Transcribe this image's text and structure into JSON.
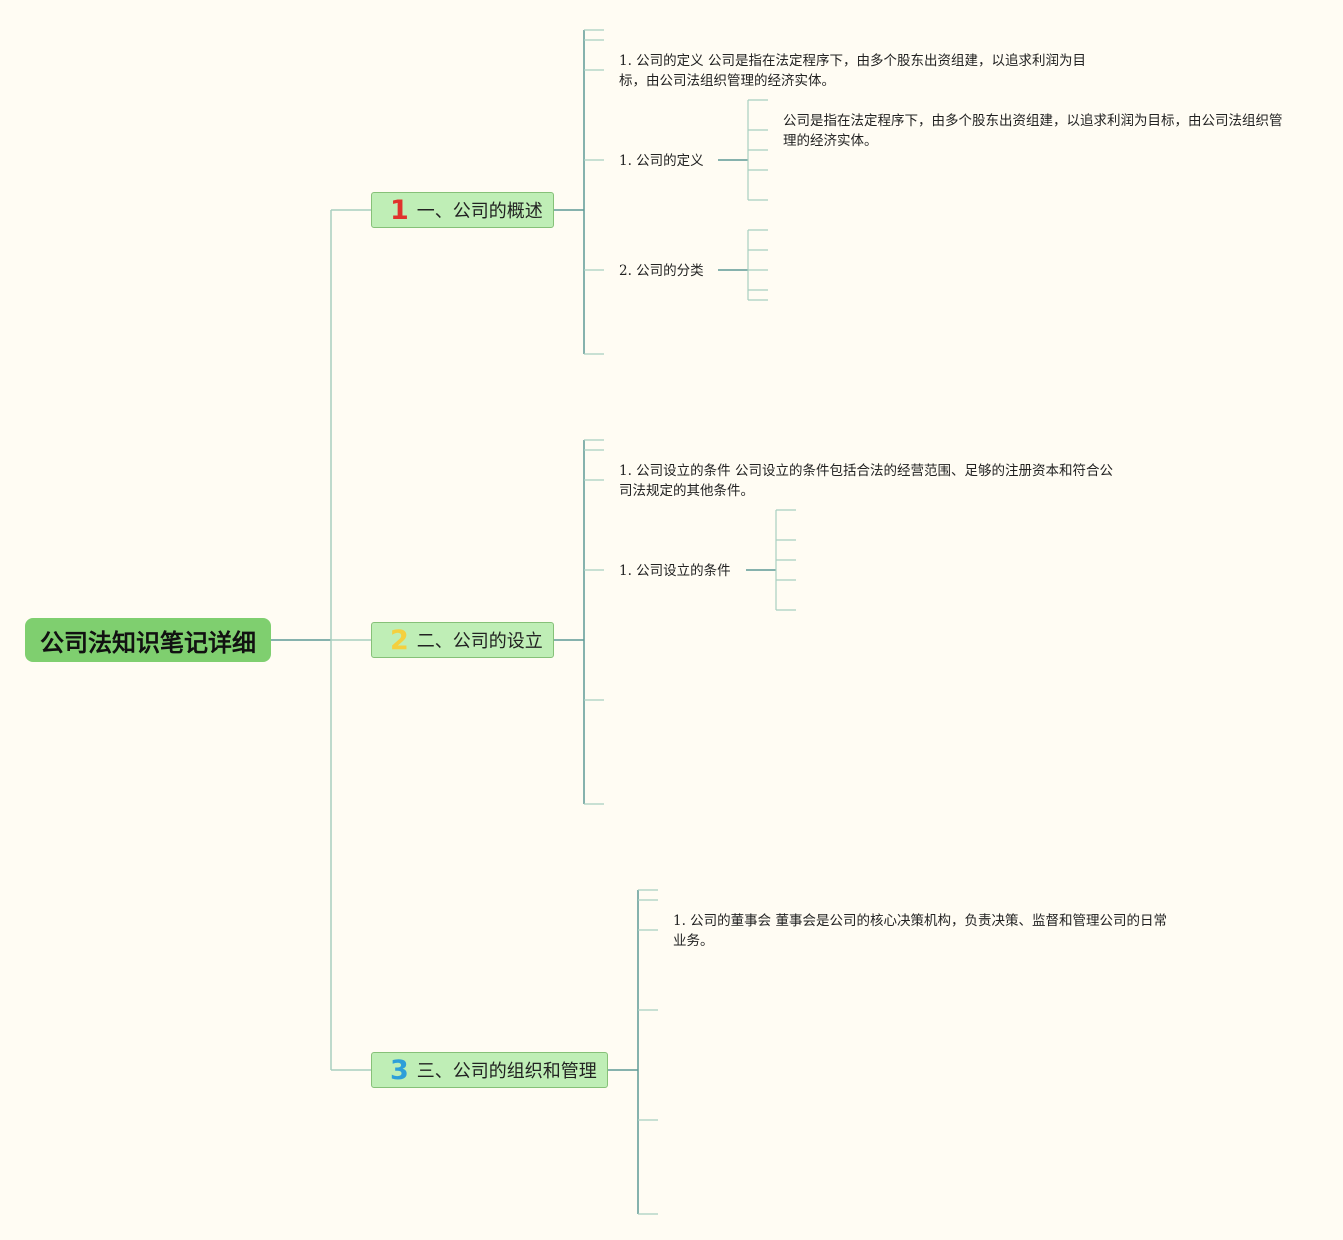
{
  "colors": {
    "background": "#fffcf3",
    "root_fill": "#7fcf6f",
    "topic_fill": "#bfeeb6",
    "topic_border": "#86c178",
    "connector_main": "#5f9a96",
    "connector_light": "#a8cfc0",
    "badge_1": "#e0322c",
    "badge_2": "#f4d03f",
    "badge_3": "#2e9fd9"
  },
  "root": {
    "title": "公司法知识笔记详细"
  },
  "topics": [
    {
      "badge": "1",
      "title": "一、公司的概述",
      "items": [
        {
          "text": "1. 公司的定义 公司是指在法定程序下，由多个股东出资组建，以追求利润为目标，由公司法组织管理的经济实体。"
        },
        {
          "text": "1. 公司的定义",
          "detail": "公司是指在法定程序下，由多个股东出资组建，以追求利润为目标，由公司法组织管理的经济实体。"
        },
        {
          "text": "2. 公司的分类"
        }
      ]
    },
    {
      "badge": "2",
      "title": "二、公司的设立",
      "items": [
        {
          "text": "1. 公司设立的条件 公司设立的条件包括合法的经营范围、足够的注册资本和符合公司法规定的其他条件。"
        },
        {
          "text": "1. 公司设立的条件"
        }
      ]
    },
    {
      "badge": "3",
      "title": "三、公司的组织和管理",
      "items": [
        {
          "text": "1. 公司的董事会 董事会是公司的核心决策机构，负责决策、监督和管理公司的日常业务。"
        }
      ]
    }
  ]
}
